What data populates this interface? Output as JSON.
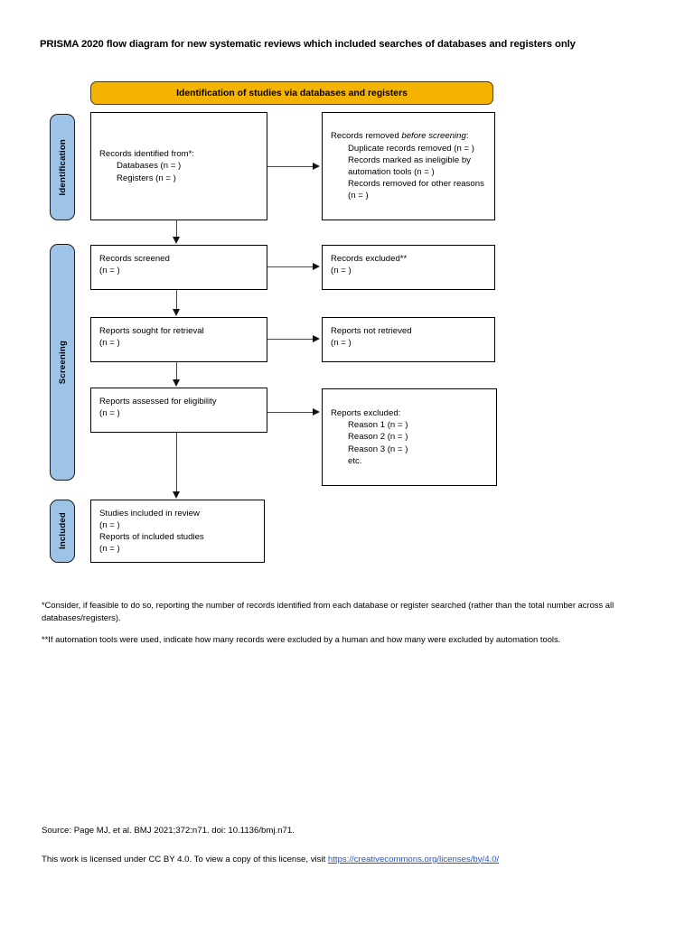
{
  "title": "PRISMA 2020 flow diagram for new systematic reviews which included searches of databases and registers only",
  "banner": {
    "label": "Identification of studies via databases and registers"
  },
  "stages": [
    {
      "key": "identification",
      "label": "Identification"
    },
    {
      "key": "screening",
      "label": "Screening"
    },
    {
      "key": "included",
      "label": "Included"
    }
  ],
  "boxes": {
    "identified": {
      "line1": "Records identified from*:",
      "line2": "Databases (n = )",
      "line3": "Registers (n = )"
    },
    "removed": {
      "line1a": "Records removed ",
      "line1b": "before screening",
      "line1c": ":",
      "line2": "Duplicate records removed (n = )",
      "line3": "Records marked as ineligible by automation tools (n = )",
      "line4": "Records removed for other reasons (n = )"
    },
    "screened": {
      "line1": "Records screened",
      "line2": "(n = )"
    },
    "records_excluded": {
      "line1": "Records excluded**",
      "line2": "(n = )"
    },
    "sought": {
      "line1": "Reports sought for retrieval",
      "line2": "(n = )"
    },
    "not_retrieved": {
      "line1": "Reports not retrieved",
      "line2": "(n = )"
    },
    "assessed": {
      "line1": "Reports assessed for eligibility",
      "line2": "(n = )"
    },
    "reports_excluded": {
      "line1": "Reports excluded:",
      "line2": "Reason 1 (n = )",
      "line3": "Reason 2 (n = )",
      "line4": "Reason 3 (n = )",
      "line5": "etc."
    },
    "included": {
      "line1": "Studies included in review",
      "line2": "(n = )",
      "line3": "Reports of included studies",
      "line4": "(n = )"
    }
  },
  "footnotes": {
    "note1": "*Consider, if feasible to do so, reporting the number of records identified from each database or register searched (rather than the total number across all databases/registers).",
    "note2": "**If automation tools were used, indicate how many records were excluded by a human and how many were excluded by automation tools."
  },
  "source": {
    "citation": "Source: Page MJ, et al. BMJ 2021;372:n71. doi: 10.1136/bmj.n71.",
    "license_prefix": "This work is licensed under CC BY 4.0. To view a copy of this license, visit ",
    "license_url": "https://creativecommons.org/licenses/by/4.0/"
  },
  "colors": {
    "banner_fill": "#F5B301",
    "stage_fill": "#9DC3E6",
    "box_border": "#000000",
    "link": "#2255cc"
  }
}
